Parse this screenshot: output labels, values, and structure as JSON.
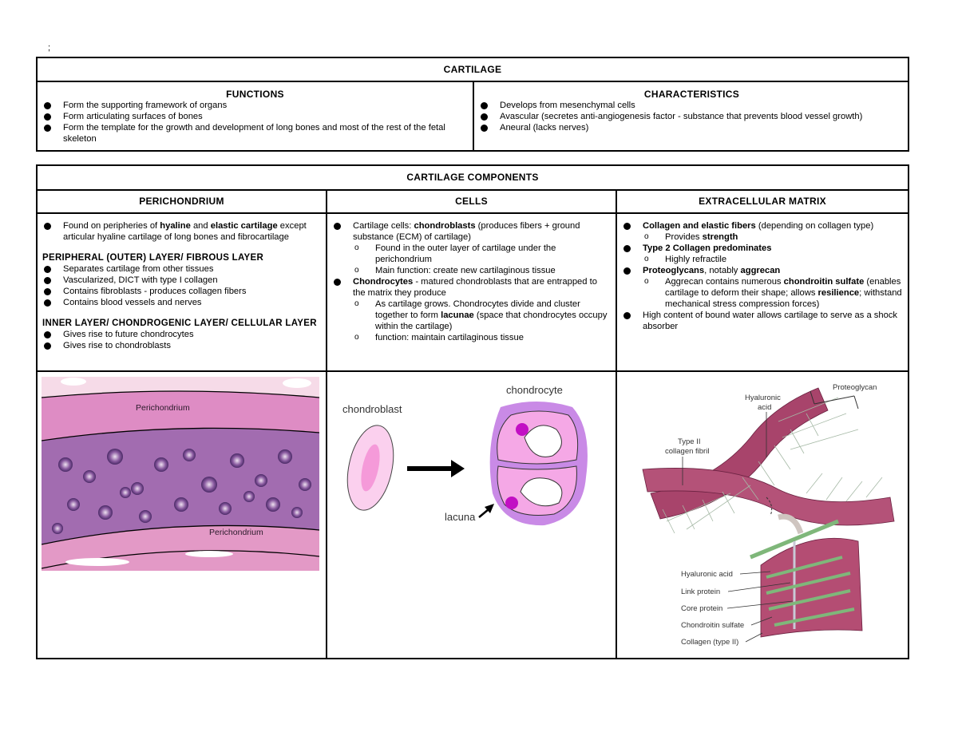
{
  "stray_mark": ";",
  "top_table": {
    "title": "CARTILAGE",
    "functions": {
      "heading": "FUNCTIONS",
      "items": [
        "Form the supporting framework of organs",
        "Form articulating surfaces of bones",
        "Form the template for the growth and development of long bones and most of the rest of the fetal skeleton"
      ]
    },
    "characteristics": {
      "heading": "CHARACTERISTICS",
      "items": [
        "Develops from mesenchymal cells",
        "Avascular (secretes anti-angiogenesis factor - substance that prevents blood vessel growth)",
        "Aneural (lacks nerves)"
      ]
    }
  },
  "components": {
    "title": "CARTILAGE COMPONENTS",
    "perichondrium": {
      "heading": "PERICHONDRIUM",
      "intro_pre": "Found on peripheries of ",
      "intro_b1": "hyaline",
      "intro_mid": " and ",
      "intro_b2": "elastic cartilage",
      "intro_post": " except articular hyaline cartilage of long bones and fibrocartilage",
      "outer_heading": "PERIPHERAL (OUTER) LAYER/ FIBROUS LAYER",
      "outer_items": [
        "Separates cartilage from other tissues",
        "Vascularized, DICT with type I collagen",
        "Contains fibroblasts - produces collagen fibers",
        "Contains blood vessels and nerves"
      ],
      "inner_heading": "INNER LAYER/ CHONDROGENIC LAYER/ CELLULAR LAYER",
      "inner_items": [
        "Gives rise to future chondrocytes",
        "Gives rise to chondroblasts"
      ]
    },
    "cells": {
      "heading": "CELLS",
      "c1_pre": "Cartilage cells: ",
      "c1_bold": "chondroblasts",
      "c1_post": " (produces fibers + ground substance (ECM) of cartilage)",
      "c1_subs": [
        "Found in the outer layer of cartilage under the perichondrium",
        "Main function: create new cartilaginous tissue"
      ],
      "c2_bold": "Chondrocytes",
      "c2_post": " - matured chondroblasts that are entrapped to the matrix they produce",
      "c2_sub1_pre": "As cartilage grows. Chondrocytes divide and cluster together to form ",
      "c2_sub1_bold": "lacunae",
      "c2_sub1_post": " (space that chondrocytes occupy within the cartilage)",
      "c2_sub2": "function: maintain cartilaginous tissue"
    },
    "ecm": {
      "heading": "EXTRACELLULAR MATRIX",
      "e1_bold": "Collagen and elastic fibers",
      "e1_post": " (depending on collagen type)",
      "e1_sub_pre": "Provides ",
      "e1_sub_bold": "strength",
      "e2_bold": "Type 2 Collagen predominates",
      "e2_sub": "Highly refractile",
      "e3_bold": "Proteoglycans",
      "e3_mid": ", notably ",
      "e3_bold2": "aggrecan",
      "e3_sub_pre": "Aggrecan contains numerous ",
      "e3_sub_bold": "chondroitin sulfate",
      "e3_sub_mid": " (enables cartilage to deform their shape; allows ",
      "e3_sub_bold2": "resilience",
      "e3_sub_post": "; withstand mechanical stress compression forces)",
      "e4": "High content of bound water allows cartilage to serve as a shock absorber"
    }
  },
  "figures": {
    "histology": {
      "label_top": "Perichondrium",
      "label_bottom": "Perichondrium"
    },
    "cells": {
      "chondroblast": "chondroblast",
      "chondrocyte": "chondrocyte",
      "lacuna": "lacuna"
    },
    "ecm": {
      "proteoglycan": "Proteoglycan",
      "hyaluronic_top_1": "Hyaluronic",
      "hyaluronic_top_2": "acid",
      "type2_1": "Type II",
      "type2_2": "collagen fibril",
      "legend": [
        "Hyaluronic acid",
        "Link protein",
        "Core protein",
        "Chondroitin sulfate",
        "Collagen (type II)"
      ]
    }
  },
  "colors": {
    "histo_pink": "#d77bb7",
    "histo_purple": "#7a3f8e",
    "cell_pink": "#f5a8e6",
    "cell_purple": "#c98ae6",
    "nucleus": "#c20fc4",
    "collagen": "#9a3a5a"
  }
}
